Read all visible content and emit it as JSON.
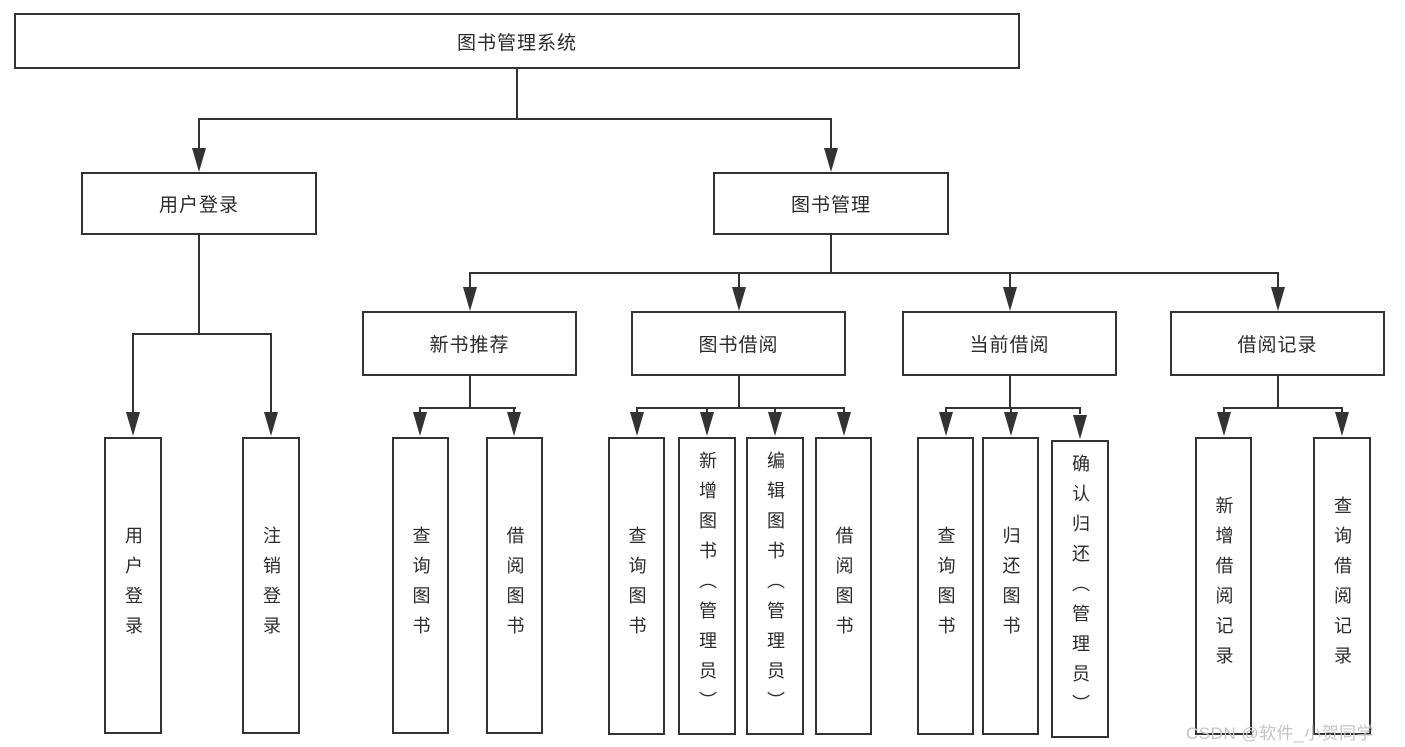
{
  "diagram": {
    "title": "图书管理系统",
    "branches": {
      "user_login": {
        "label": "用户登录",
        "children": [
          {
            "label": "用户登录"
          },
          {
            "label": "注销登录"
          }
        ]
      },
      "book_management": {
        "label": "图书管理",
        "children": [
          {
            "label": "新书推荐",
            "children": [
              {
                "label": "查询图书"
              },
              {
                "label": "借阅图书"
              }
            ]
          },
          {
            "label": "图书借阅",
            "children": [
              {
                "label": "查询图书"
              },
              {
                "label": "新增图书（管理员）"
              },
              {
                "label": "编辑图书（管理员）"
              },
              {
                "label": "借阅图书"
              }
            ]
          },
          {
            "label": "当前借阅",
            "children": [
              {
                "label": "查询图书"
              },
              {
                "label": "归还图书"
              },
              {
                "label": "确认归还（管理员）"
              }
            ]
          },
          {
            "label": "借阅记录",
            "children": [
              {
                "label": "新增借阅记录"
              },
              {
                "label": "查询借阅记录"
              }
            ]
          }
        ]
      }
    }
  },
  "watermark": {
    "text": "CSDN @软件_小贺同学"
  },
  "colors": {
    "line": "#333333",
    "text": "#2b2b2b",
    "watermark": "#c4c4c4",
    "background": "#ffffff"
  }
}
